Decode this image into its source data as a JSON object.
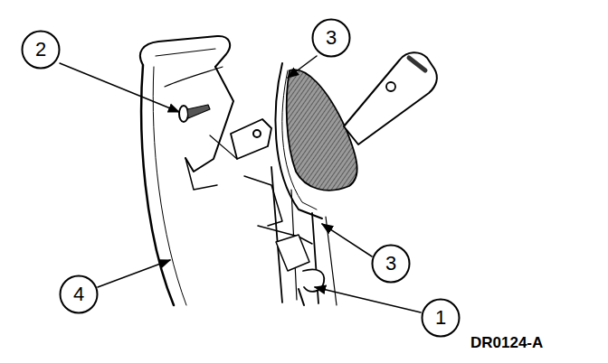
{
  "diagram": {
    "nodes": [
      {
        "text": [
          "2"
        ]
      },
      {
        "text": [
          "3"
        ]
      },
      {
        "text": [
          "3"
        ]
      },
      {
        "text": [
          "4"
        ]
      },
      {
        "text": [
          "1"
        ]
      }
    ],
    "labels": [
      "DR0124-A"
    ]
  }
}
